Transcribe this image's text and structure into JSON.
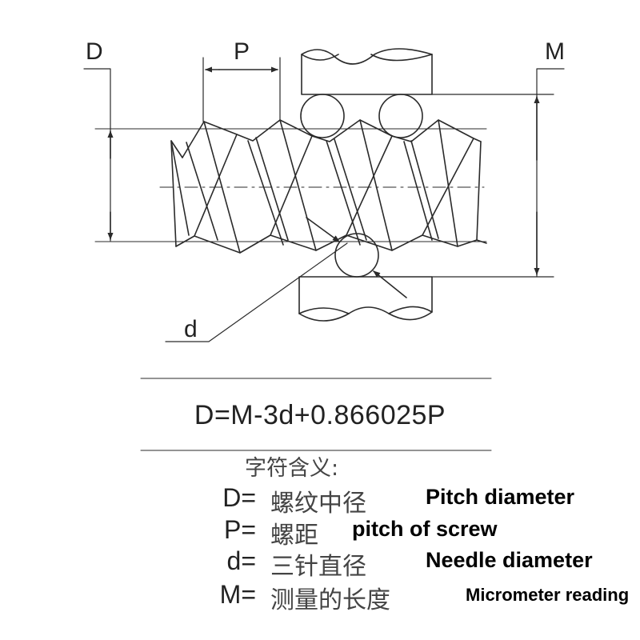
{
  "labels": {
    "D": "D",
    "P": "P",
    "M": "M",
    "d": "d"
  },
  "formula": "D=M-3d+0.866025P",
  "legend": {
    "heading": "字符含义:",
    "items": [
      {
        "symbol": "D=",
        "zh": "螺纹中径",
        "en": "Pitch diameter"
      },
      {
        "symbol": "P=",
        "zh": "螺距",
        "en": "pitch of screw"
      },
      {
        "symbol": "d=",
        "zh": "三针直径",
        "en": "Needle diameter"
      },
      {
        "symbol": "M=",
        "zh": "测量的长度",
        "en": "Micrometer reading"
      }
    ]
  },
  "colors": {
    "line": "#2a2a2a",
    "text": "#222222",
    "text_zh": "#444444"
  }
}
